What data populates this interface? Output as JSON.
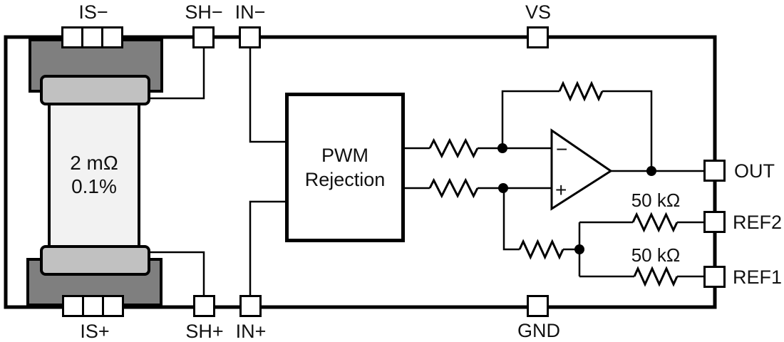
{
  "pins": {
    "is_minus": {
      "label": "IS−"
    },
    "sh_minus": {
      "label": "SH−"
    },
    "in_minus": {
      "label": "IN−"
    },
    "vs": {
      "label": "VS"
    },
    "is_plus": {
      "label": "IS+"
    },
    "sh_plus": {
      "label": "SH+"
    },
    "in_plus": {
      "label": "IN+"
    },
    "gnd": {
      "label": "GND"
    },
    "out": {
      "label": "OUT"
    },
    "ref2": {
      "label": "REF2"
    },
    "ref1": {
      "label": "REF1"
    }
  },
  "shunt": {
    "value": "2 mΩ",
    "tolerance": "0.1%"
  },
  "pwm_block": {
    "line1": "PWM",
    "line2": "Rejection"
  },
  "resistor_labels": {
    "ref2_resistor": "50 kΩ",
    "ref1_resistor": "50 kΩ"
  },
  "opamp": {
    "inverting_input": "−",
    "noninverting_input": "+"
  },
  "colors": {
    "line": "#000000",
    "pad_dark": "#7f7f7f",
    "pad_light": "#c1c1c1",
    "shunt_body": "#f2f2f2",
    "background": "#ffffff"
  }
}
